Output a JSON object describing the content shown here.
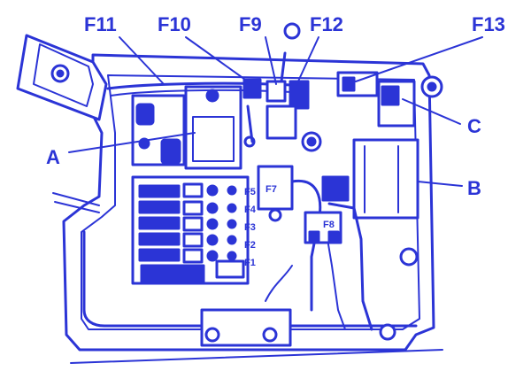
{
  "diagram": {
    "colors": {
      "line": "#2b34d6",
      "fill": "#e4e8fa",
      "text": "#2b34d6",
      "background": "#ffffff"
    },
    "callouts": {
      "f11": "F11",
      "f10": "F10",
      "f9": "F9",
      "f12": "F12",
      "f13": "F13",
      "a": "A",
      "b": "B",
      "c": "C"
    },
    "fuse_labels": {
      "f7": "F7",
      "f8": "F8",
      "f5": "F5",
      "f4": "F4",
      "f3": "F3",
      "f2": "F2",
      "f1": "F1"
    }
  }
}
